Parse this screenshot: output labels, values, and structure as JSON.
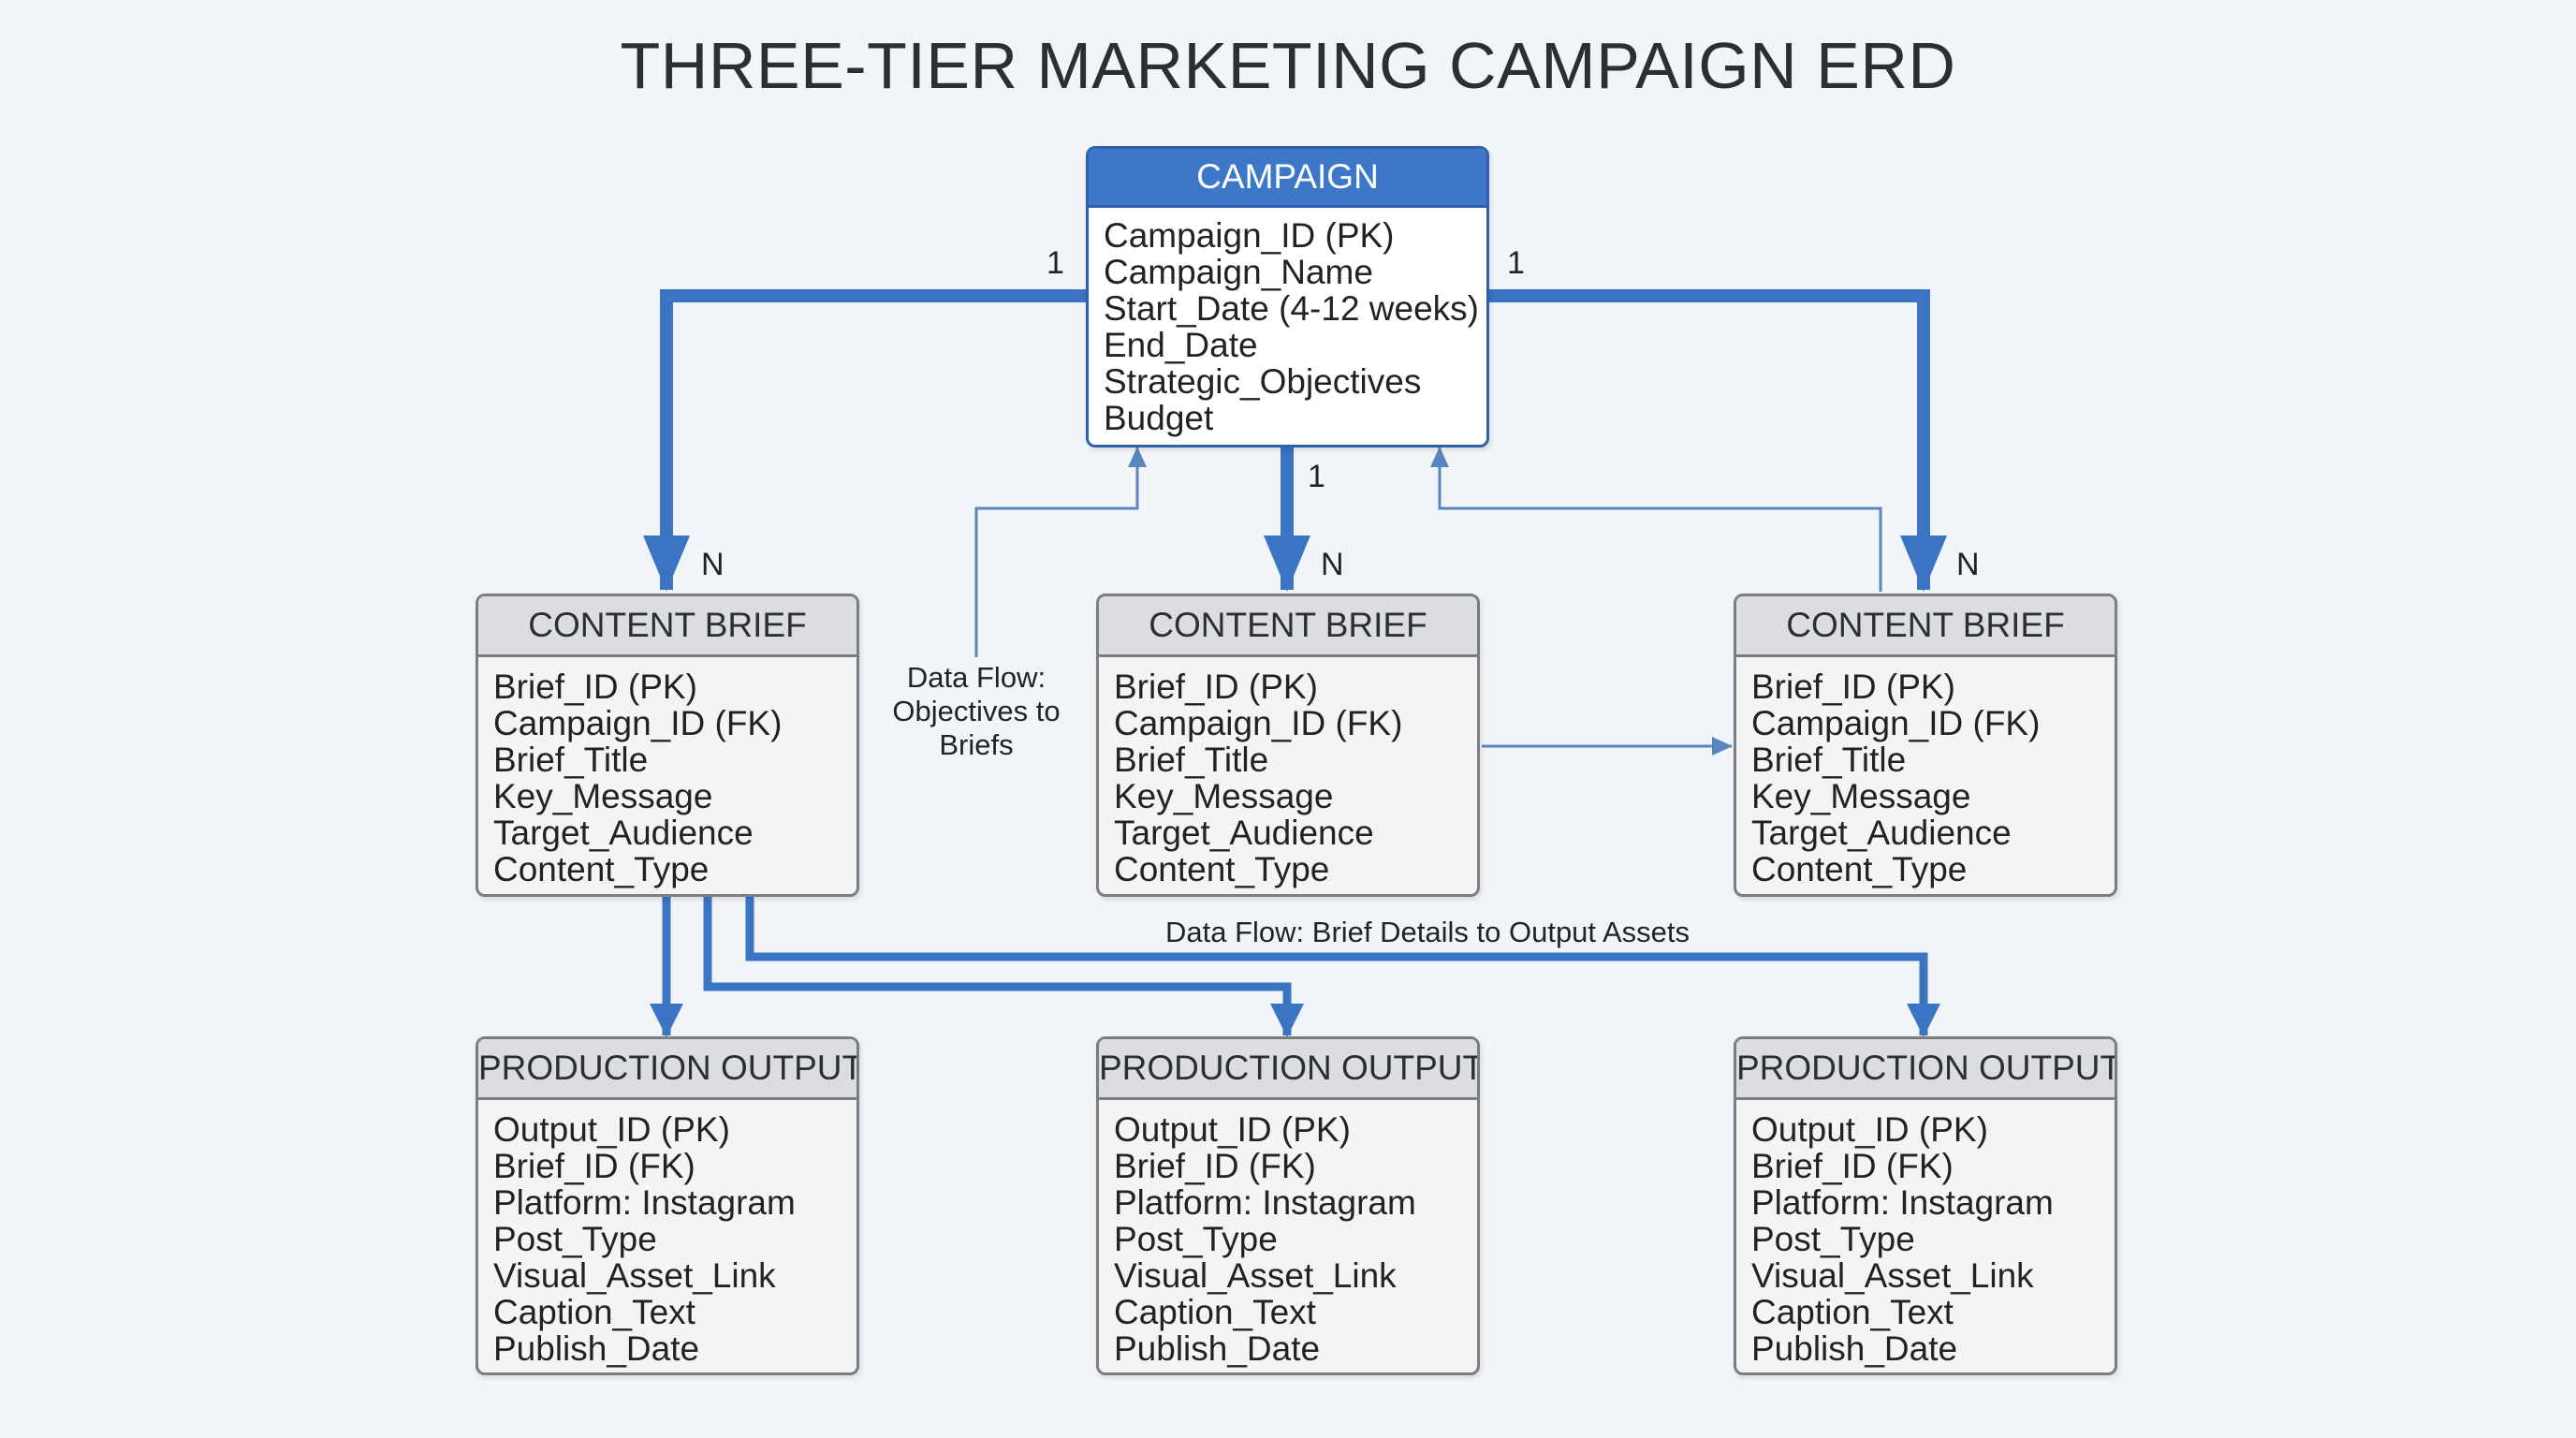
{
  "title": "THREE-TIER MARKETING CAMPAIGN ERD",
  "colors": {
    "relationship": "#3a74c2",
    "data_flow": "#5a86c0",
    "campaign_header": "#3d78c8",
    "entity_header": "#dcdde0",
    "entity_border": "#7a7e82",
    "background": "#f1f5f8"
  },
  "campaign": {
    "name": "CAMPAIGN",
    "fields": [
      "Campaign_ID (PK)",
      "Campaign_Name",
      "Start_Date (4-12 weeks)",
      "End_Date",
      "Strategic_Objectives",
      "Budget"
    ]
  },
  "briefs": [
    {
      "name": "CONTENT BRIEF",
      "fields": [
        "Brief_ID (PK)",
        "Campaign_ID (FK)",
        "Brief_Title",
        "Key_Message",
        "Target_Audience",
        "Content_Type"
      ]
    },
    {
      "name": "CONTENT BRIEF",
      "fields": [
        "Brief_ID (PK)",
        "Campaign_ID (FK)",
        "Brief_Title",
        "Key_Message",
        "Target_Audience",
        "Content_Type"
      ]
    },
    {
      "name": "CONTENT BRIEF",
      "fields": [
        "Brief_ID (PK)",
        "Campaign_ID (FK)",
        "Brief_Title",
        "Key_Message",
        "Target_Audience",
        "Content_Type"
      ]
    }
  ],
  "outputs": [
    {
      "name": "PRODUCTION OUTPUT",
      "fields": [
        "Output_ID (PK)",
        "Brief_ID (FK)",
        "Platform: Instagram",
        "Post_Type",
        "Visual_Asset_Link",
        "Caption_Text",
        "Publish_Date"
      ]
    },
    {
      "name": "PRODUCTION OUTPUT",
      "fields": [
        "Output_ID (PK)",
        "Brief_ID (FK)",
        "Platform: Instagram",
        "Post_Type",
        "Visual_Asset_Link",
        "Caption_Text",
        "Publish_Date"
      ]
    },
    {
      "name": "PRODUCTION OUTPUT",
      "fields": [
        "Output_ID (PK)",
        "Brief_ID (FK)",
        "Platform: Instagram",
        "Post_Type",
        "Visual_Asset_Link",
        "Caption_Text",
        "Publish_Date"
      ]
    }
  ],
  "cardinality": {
    "left_one": "1",
    "right_one": "1",
    "center_one": "1",
    "left_many": "N",
    "center_many": "N",
    "right_many": "N"
  },
  "flows": {
    "objectives_to_briefs": [
      "Data Flow:",
      "Objectives to",
      "Briefs"
    ],
    "brief_to_outputs": "Data Flow: Brief Details to Output Assets"
  }
}
